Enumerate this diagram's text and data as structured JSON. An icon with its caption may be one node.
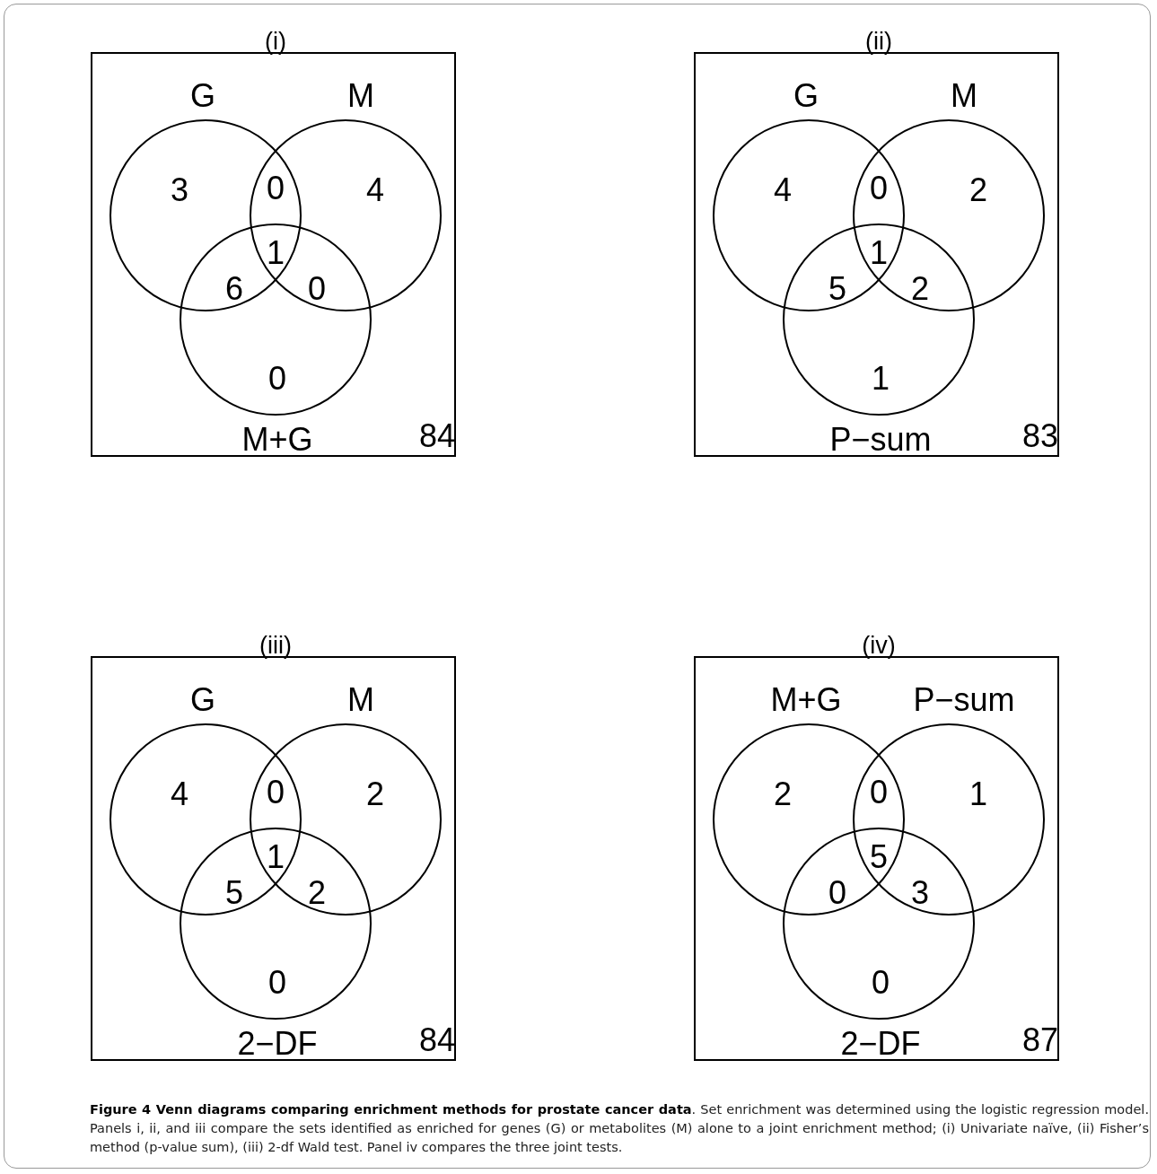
{
  "diagram": {
    "caption": "**Figure 4 Venn diagrams comparing enrichment methods for prostate cancer data**. Set enrichment was determined using the logistic regression model. Panels i, ii, and iii compare the sets identified as enriched for genes (G) or metabolites (M) alone to a joint enrichment method; (i) Univariate naïve, (ii) Fisher’s method (p-value sum), (iii) 2-df Wald test. Panel iv compares the three joint tests.",
    "nodes": [
      {
        "text": [
          "(i)",
          "84"
        ]
      },
      {
        "text": [
          "G",
          "3"
        ],
        "in": 0
      },
      {
        "text": [
          "M",
          "4"
        ],
        "in": 0
      },
      {
        "text": [
          "0",
          "M+G"
        ],
        "in": 0
      },
      {
        "text": [
          "(ii)",
          "83"
        ]
      },
      {
        "text": [
          "G",
          "4"
        ],
        "in": 4
      },
      {
        "text": [
          "M",
          "2"
        ],
        "in": 4
      },
      {
        "text": [
          "1",
          "P−sum"
        ],
        "in": 4
      },
      {
        "text": [
          "(iii)",
          "84"
        ]
      },
      {
        "text": [
          "G",
          "4"
        ],
        "in": 8
      },
      {
        "text": [
          "M",
          "2"
        ],
        "in": 8
      },
      {
        "text": [
          "0",
          "2−DF"
        ],
        "in": 8
      },
      {
        "text": [
          "(iv)",
          "87"
        ]
      },
      {
        "text": [
          "M+G",
          "2"
        ],
        "in": 12
      },
      {
        "text": [
          "P−sum",
          "1"
        ],
        "in": 12
      },
      {
        "text": [
          "0",
          "2−DF"
        ],
        "in": 12
      }
    ],
    "labels": [
      "0",
      "6",
      "1",
      "0",
      "0",
      "5",
      "1",
      "2",
      "0",
      "5",
      "1",
      "2",
      "0",
      "0",
      "5",
      "3"
    ]
  }
}
